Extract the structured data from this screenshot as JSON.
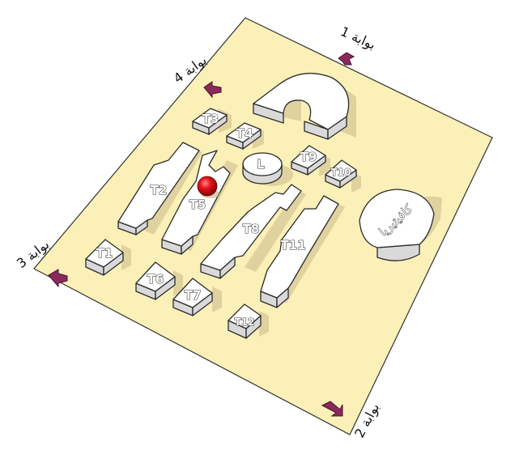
{
  "map": {
    "ground_color": "#fbf0b7",
    "buildings": {
      "t1": "T1",
      "t2": "T2",
      "t3": "T3",
      "t4": "T4",
      "t5": "T5",
      "t6": "T6",
      "t7": "T7",
      "t8": "T8",
      "t9": "T9",
      "t10": "T10",
      "t11": "T11",
      "t12": "T12",
      "library": "L",
      "cafeteria": "كافيتيريا"
    },
    "gates": {
      "gate1": "بوابة 1",
      "gate2": "بوابة 2",
      "gate3": "بوابة 3",
      "gate4": "بوابة 4"
    },
    "marker": {
      "color": "#e8141b",
      "icon": "location-dot-icon"
    },
    "gate_arrow_color": "#8a2a5a"
  }
}
